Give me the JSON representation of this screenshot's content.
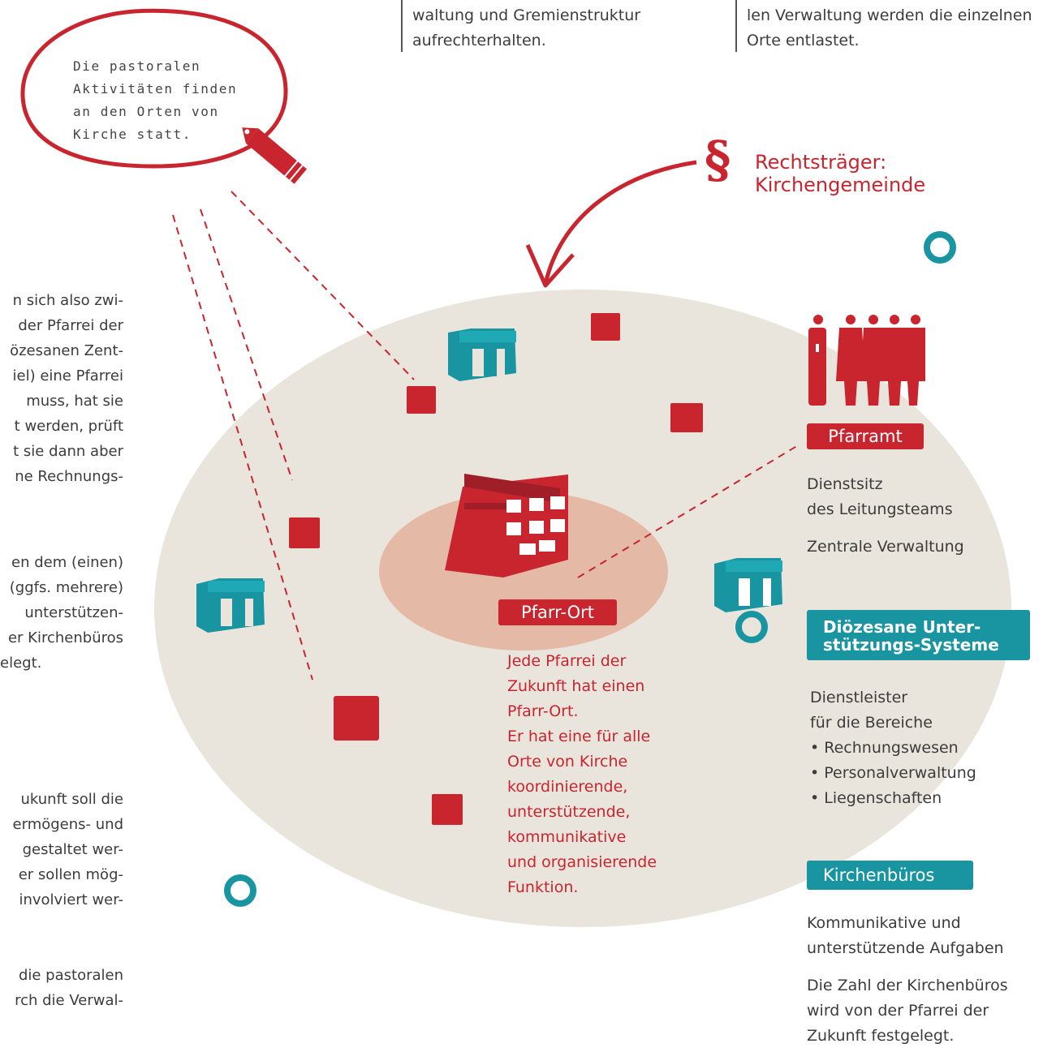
{
  "top_center": [
    "waltung und Gremienstruktur",
    "aufrechterhalten."
  ],
  "top_right": [
    "len Verwaltung werden die einzelnen",
    "Orte entlastet."
  ],
  "note": [
    "Die pastoralen",
    "Aktivitäten finden",
    "an den Orten von",
    "Kirche statt."
  ],
  "rechtstraeger": {
    "symbol": "§",
    "lines": [
      "Rechtsträger:",
      "Kirchengemeinde"
    ]
  },
  "left_paragraphs": [
    [
      "n sich also zwi-",
      "der Pfarrei der",
      "özesanen Zent-",
      "iel) eine Pfarrei",
      "muss, hat sie",
      "t werden, prüft",
      "t sie dann aber",
      "ne Rechnungs-"
    ],
    [
      "en dem (einen)",
      "(ggfs. mehrere)",
      "unterstützen-",
      "er Kirchenbüros",
      "elegt."
    ],
    [
      "ukunft soll die",
      "ermögens- und",
      "gestaltet wer-",
      "er sollen mög-",
      "involviert wer-"
    ],
    [
      "die pastoralen",
      "rch die Verwal-"
    ]
  ],
  "pfarramt": {
    "label": "Pfarramt",
    "lines": [
      "Dienstsitz",
      "des Leitungsteams"
    ],
    "extra": "Zentrale Verwaltung"
  },
  "pfarrort": {
    "label": "Pfarr-Ort",
    "lines": [
      "Jede Pfarrei der",
      "Zukunft hat einen",
      "Pfarr-Ort.",
      "Er hat eine für alle",
      "Orte von Kirche",
      "koordinierende,",
      "unterstützende,",
      "kommunikative",
      "und organisierende",
      "Funktion."
    ]
  },
  "dioezesan": {
    "label_lines": [
      "Diözesane Unter-",
      "stützungs-Systeme"
    ],
    "lines": [
      "Dienstleister",
      "für die Bereiche",
      "• Rechnungswesen",
      "• Personalverwaltung",
      "• Liegenschaften"
    ]
  },
  "kirchenbueros": {
    "label": "Kirchenbüros",
    "lines1": [
      "Kommunikative und",
      "unterstützende Aufgaben"
    ],
    "lines2": [
      "Die Zahl der Kirchenbüros",
      "wird von der Pfarrei der",
      "Zukunft festgelegt."
    ]
  },
  "colors": {
    "red": "#c8252f",
    "teal": "#1895a1",
    "ellipse": "#e9e4dc",
    "pfarrort_zone": "#e4b9a6"
  }
}
